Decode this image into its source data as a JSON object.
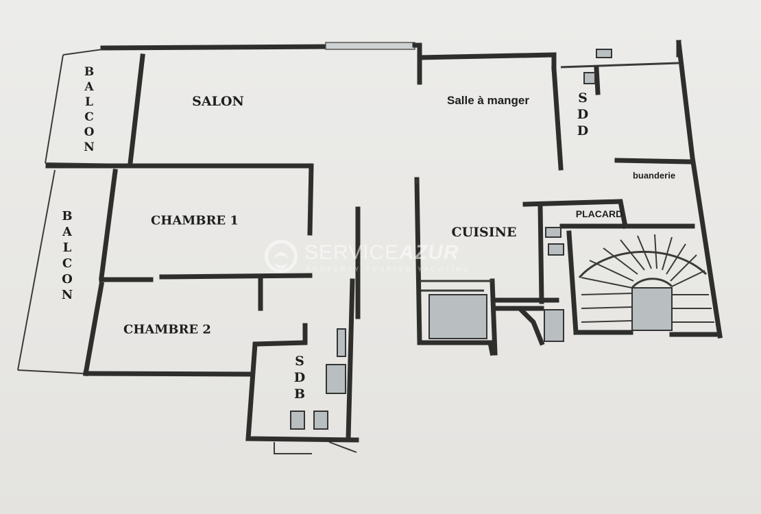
{
  "rooms": {
    "salon": "SALON",
    "salle_a_manger": "Salle à manger",
    "sdd": "SDD",
    "buanderie": "buanderie",
    "placard": "PLACARD",
    "balcon_top": "BALCON",
    "balcon_bottom": "BALCON",
    "chambre1": "CHAMBRE 1",
    "chambre2": "CHAMBRE 2",
    "cuisine": "CUISINE",
    "sdb": "SDB"
  },
  "watermark": {
    "brand_prefix": "SERVICE",
    "brand_suffix": "AZUR",
    "tagline": "PROPERTY TOURISM YACHTING"
  },
  "colors": {
    "wall": "#2e2e2c",
    "paper": "#e9e8e6",
    "watermark": "#ffffff"
  }
}
